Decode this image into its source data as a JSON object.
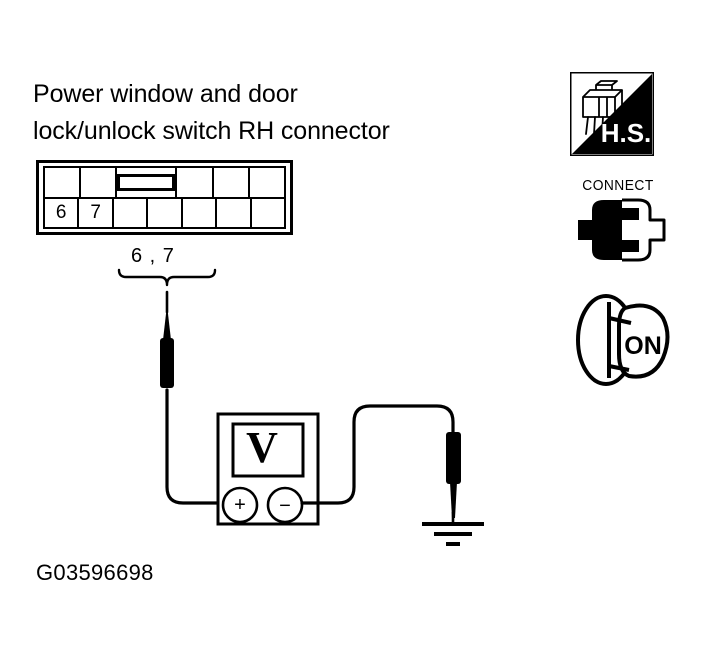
{
  "diagram": {
    "title_lines": [
      "Power window and door",
      "lock/unlock switch RH connector"
    ],
    "reference_code": "G03596698"
  },
  "connector": {
    "name": "Power window and door lock/unlock switch RH connector",
    "top_row_cells": [
      "",
      "",
      "",
      "",
      "",
      ""
    ],
    "bottom_row_cells": [
      "6",
      "7",
      "",
      "",
      "",
      "",
      ""
    ],
    "lock_tab_cell_index": 2,
    "probed_pins_label": "6 , 7"
  },
  "meter": {
    "type": "voltmeter",
    "display_symbol": "V",
    "positive_terminal": "+",
    "negative_terminal": "−"
  },
  "icons": {
    "hs": {
      "label": "H.S.",
      "name": "hands-on-service-icon"
    },
    "connect": {
      "label": "CONNECT",
      "name": "connector-connect-icon"
    },
    "ignition": {
      "label": "ON",
      "name": "ignition-switch-on-icon"
    }
  },
  "colors": {
    "ink": "#000000",
    "background": "#ffffff"
  }
}
